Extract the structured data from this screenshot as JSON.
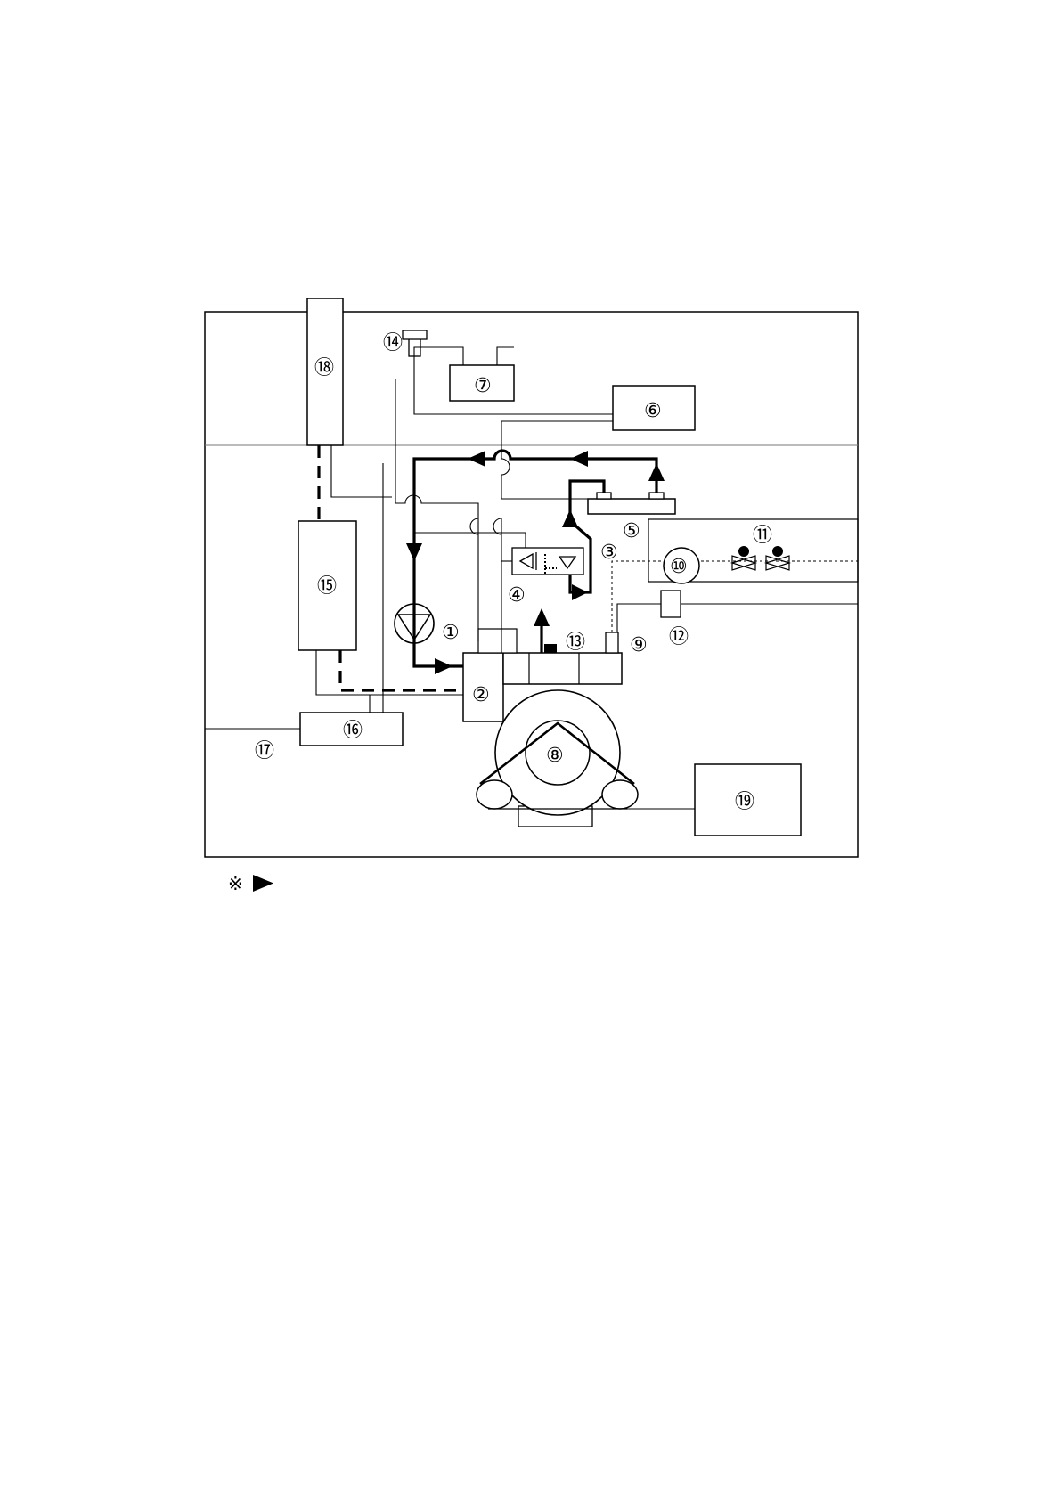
{
  "labels": {
    "n1": "①",
    "n2": "②",
    "n3": "③",
    "n4": "④",
    "n5": "⑤",
    "n6": "⑥",
    "n7": "⑦",
    "n8": "⑧",
    "n9": "⑨",
    "n10": "⑩",
    "n11": "⑪",
    "n12": "⑫",
    "n13": "⑬",
    "n14": "⑭",
    "n15": "⑮",
    "n16": "⑯",
    "n17": "⑰",
    "n18": "⑱",
    "n19": "⑲"
  },
  "note": {
    "mark": "※"
  }
}
